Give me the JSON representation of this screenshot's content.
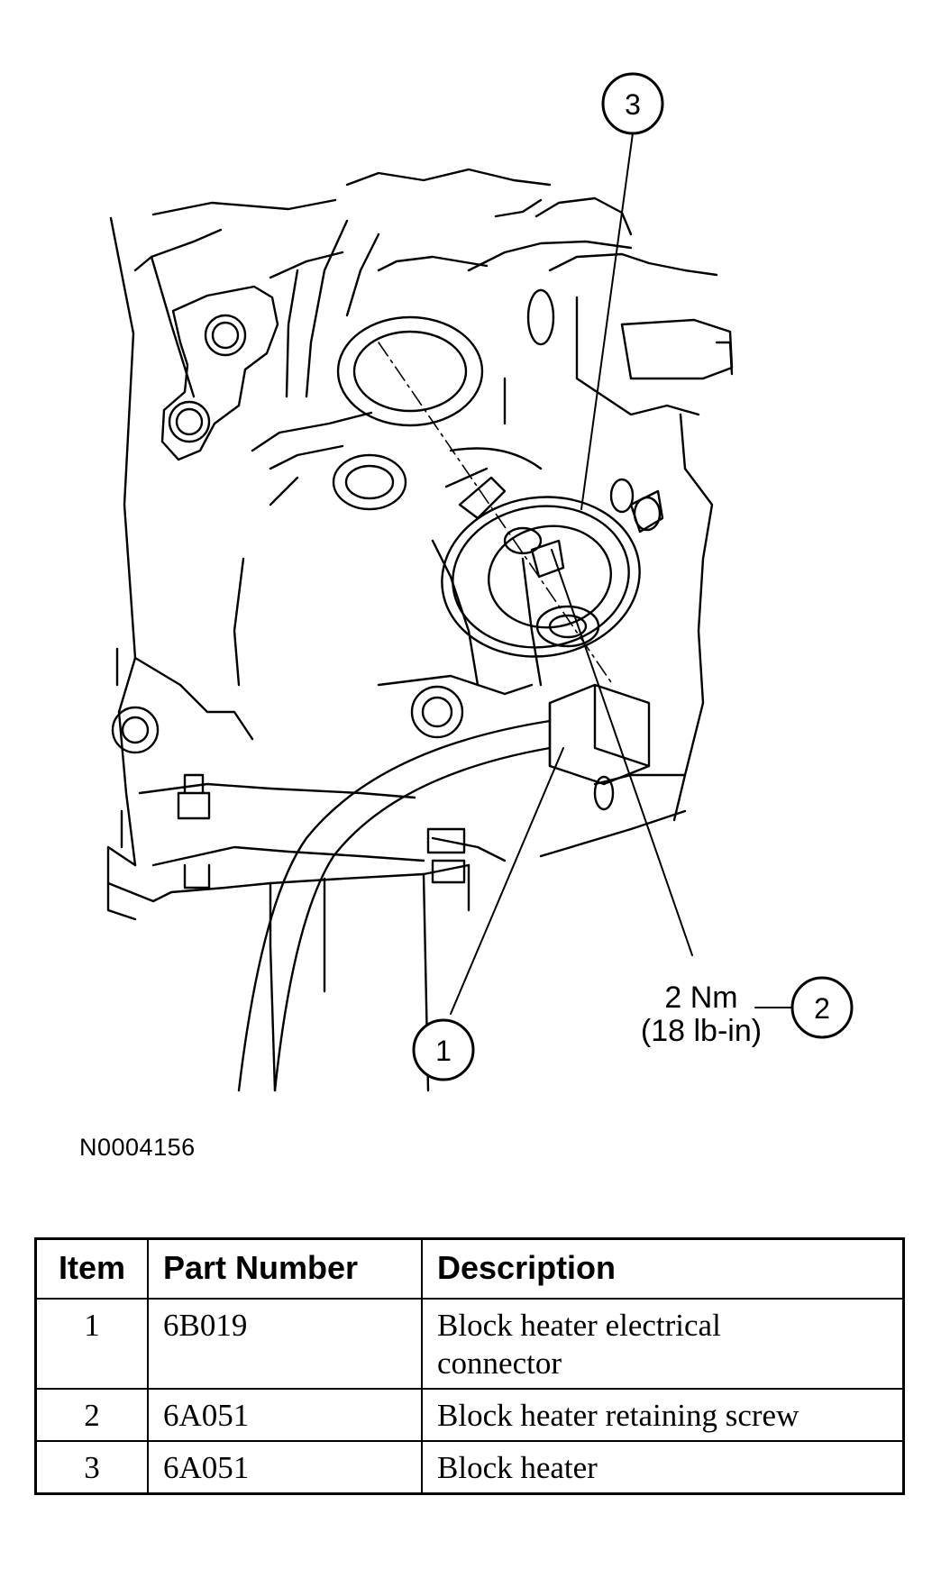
{
  "diagram": {
    "callouts": [
      {
        "number": "1"
      },
      {
        "number": "2"
      },
      {
        "number": "3"
      }
    ],
    "torque_value": "2 Nm",
    "torque_value_alt": "(18 lb-in)"
  },
  "figure_id": "N0004156",
  "table": {
    "headers": {
      "item": "Item",
      "part_number": "Part Number",
      "description": "Description"
    },
    "rows": [
      {
        "item": "1",
        "part_number": "6B019",
        "description": "Block heater electrical connector"
      },
      {
        "item": "2",
        "part_number": "6A051",
        "description": "Block heater retaining screw"
      },
      {
        "item": "3",
        "part_number": "6A051",
        "description": "Block heater"
      }
    ]
  }
}
